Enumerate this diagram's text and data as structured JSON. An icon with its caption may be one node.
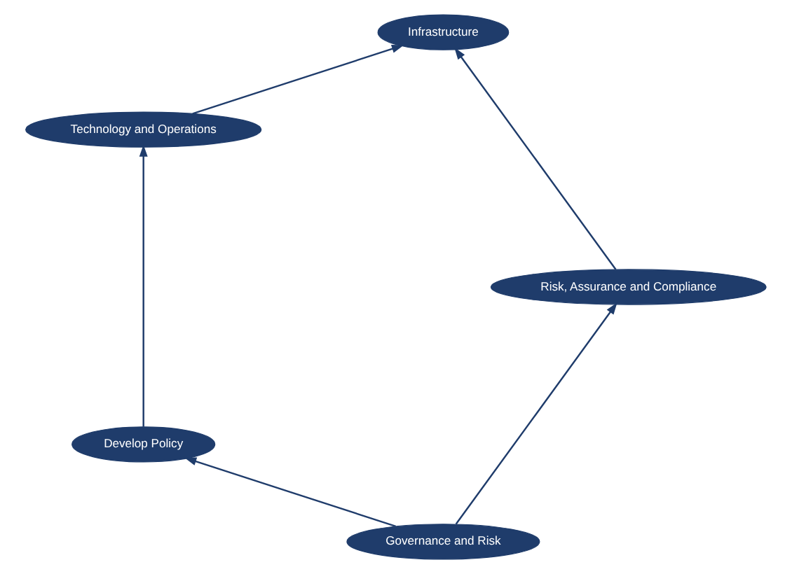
{
  "diagram": {
    "nodes": [
      {
        "text": [
          "Governance and Risk"
        ]
      },
      {
        "text": [
          "Develop Policy"
        ]
      },
      {
        "text": [
          "Technology and Operations"
        ]
      },
      {
        "text": [
          "Infrastructure"
        ]
      },
      {
        "text": [
          "Risk, Assurance and Compliance"
        ]
      }
    ],
    "edges": [
      {
        "from": 0,
        "to": 1,
        "arrow": "to"
      },
      {
        "from": 1,
        "to": 2,
        "arrow": "to"
      },
      {
        "from": 2,
        "to": 3,
        "arrow": "to"
      },
      {
        "from": 4,
        "to": 3,
        "arrow": "to"
      },
      {
        "from": 0,
        "to": 4,
        "arrow": "to"
      }
    ]
  }
}
